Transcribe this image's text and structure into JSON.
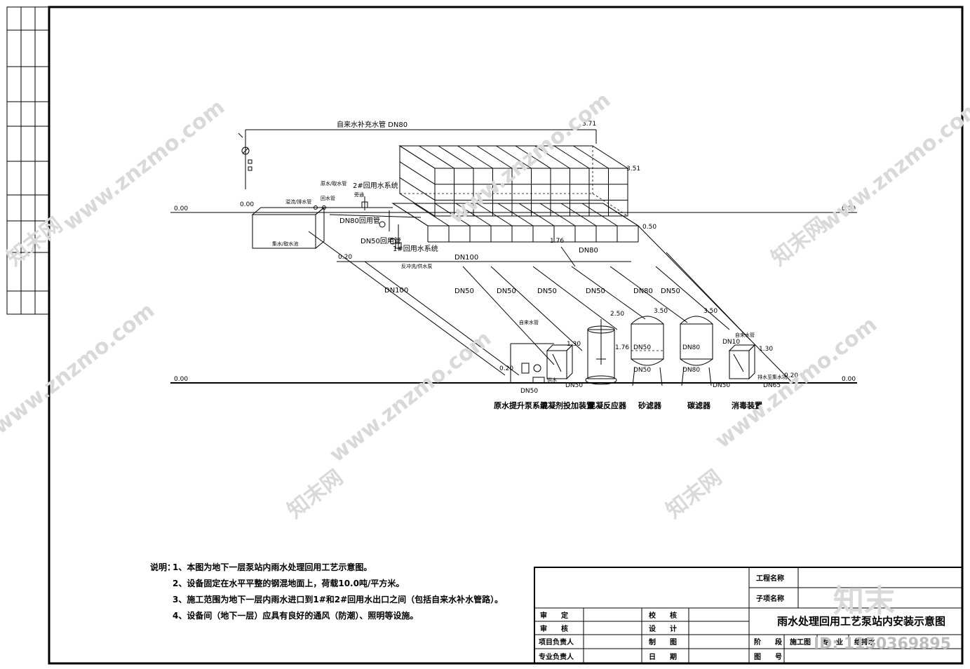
{
  "drawing": {
    "levels": [
      "0.00",
      "0.00",
      "0.00",
      "0.00",
      "0.00",
      "0.20",
      "0.20",
      "0.20",
      "0.50",
      "1.30",
      "1.30",
      "1.76",
      "1.76",
      "2.50",
      "3.50",
      "3.50",
      "3.71",
      "3.51"
    ],
    "pipe_labels": {
      "tap_water": "自来水补充水管 DN80",
      "dn80_return": "DN80回用管",
      "dn50_return": "DN50回用管",
      "return2": "2#回用水系统",
      "return1": "1#回用水系统",
      "dn100_a": "DN100",
      "dn100_b": "DN100",
      "dn80_a": "DN80",
      "dn80_b": "DN80",
      "dn50_list": [
        "DN50",
        "DN50",
        "DN50",
        "DN50",
        "DN50"
      ],
      "dn50_low_a": "DN50",
      "dn50_low_b": "DN50",
      "dn50_low_c": "DN50",
      "dn50_f1": "DN50",
      "dn50_f2": "DN50",
      "dn80_f2": "DN80",
      "dn80_f3": "DN80",
      "dn10": "DN10",
      "dn65": "DN65"
    },
    "equipment": [
      "原水提升泵系统",
      "混凝剂投加装置",
      "混凝反应器",
      "砂滤器",
      "碳滤器",
      "消毒装置"
    ],
    "small_labels": {
      "pool": "集水/取水池",
      "tap_pipe": "自来水管",
      "tap_pipe2": "自来水管",
      "overflow": "溢流/排水管",
      "intake": "原水/取水管",
      "drain": "排水至集水坑",
      "pump_note": "反冲洗/供水泵",
      "cabinet": "供水",
      "sub_valve": "回水管",
      "bypass": "旁通"
    }
  },
  "notes": {
    "heading": "说明：",
    "items": [
      "1、本图为地下一层泵站内雨水处理回用工艺示意图。",
      "2、设备固定在水平平整的钢混地面上，荷载10.0吨/平方米。",
      "3、施工范围为地下一层内雨水进口到1#和2#回用水出口之间（包括自来水补水管路）。",
      "4、设备间（地下一层）应具有良好的通风（防潮）、照明等设施。"
    ]
  },
  "titleblock": {
    "project_name": "工程名称",
    "sub_name": "子项名称",
    "drawing_title": "雨水处理回用工艺泵站内安装示意图",
    "rows_left": [
      "审　　定",
      "审　　核",
      "项目负责人",
      "专业负责人"
    ],
    "rows_mid": [
      "校　　核",
      "设　　计",
      "制　　图",
      "日　　期"
    ],
    "stage": "阶　　段",
    "stage_val": "施工图",
    "discipline": "专　业",
    "discipline_val": "给排水",
    "drawing_no": "图　　号"
  },
  "watermark": {
    "site": "www.znzmo.com",
    "brand": "知末网",
    "logo": "知末",
    "id": "ID: 1150369895"
  }
}
